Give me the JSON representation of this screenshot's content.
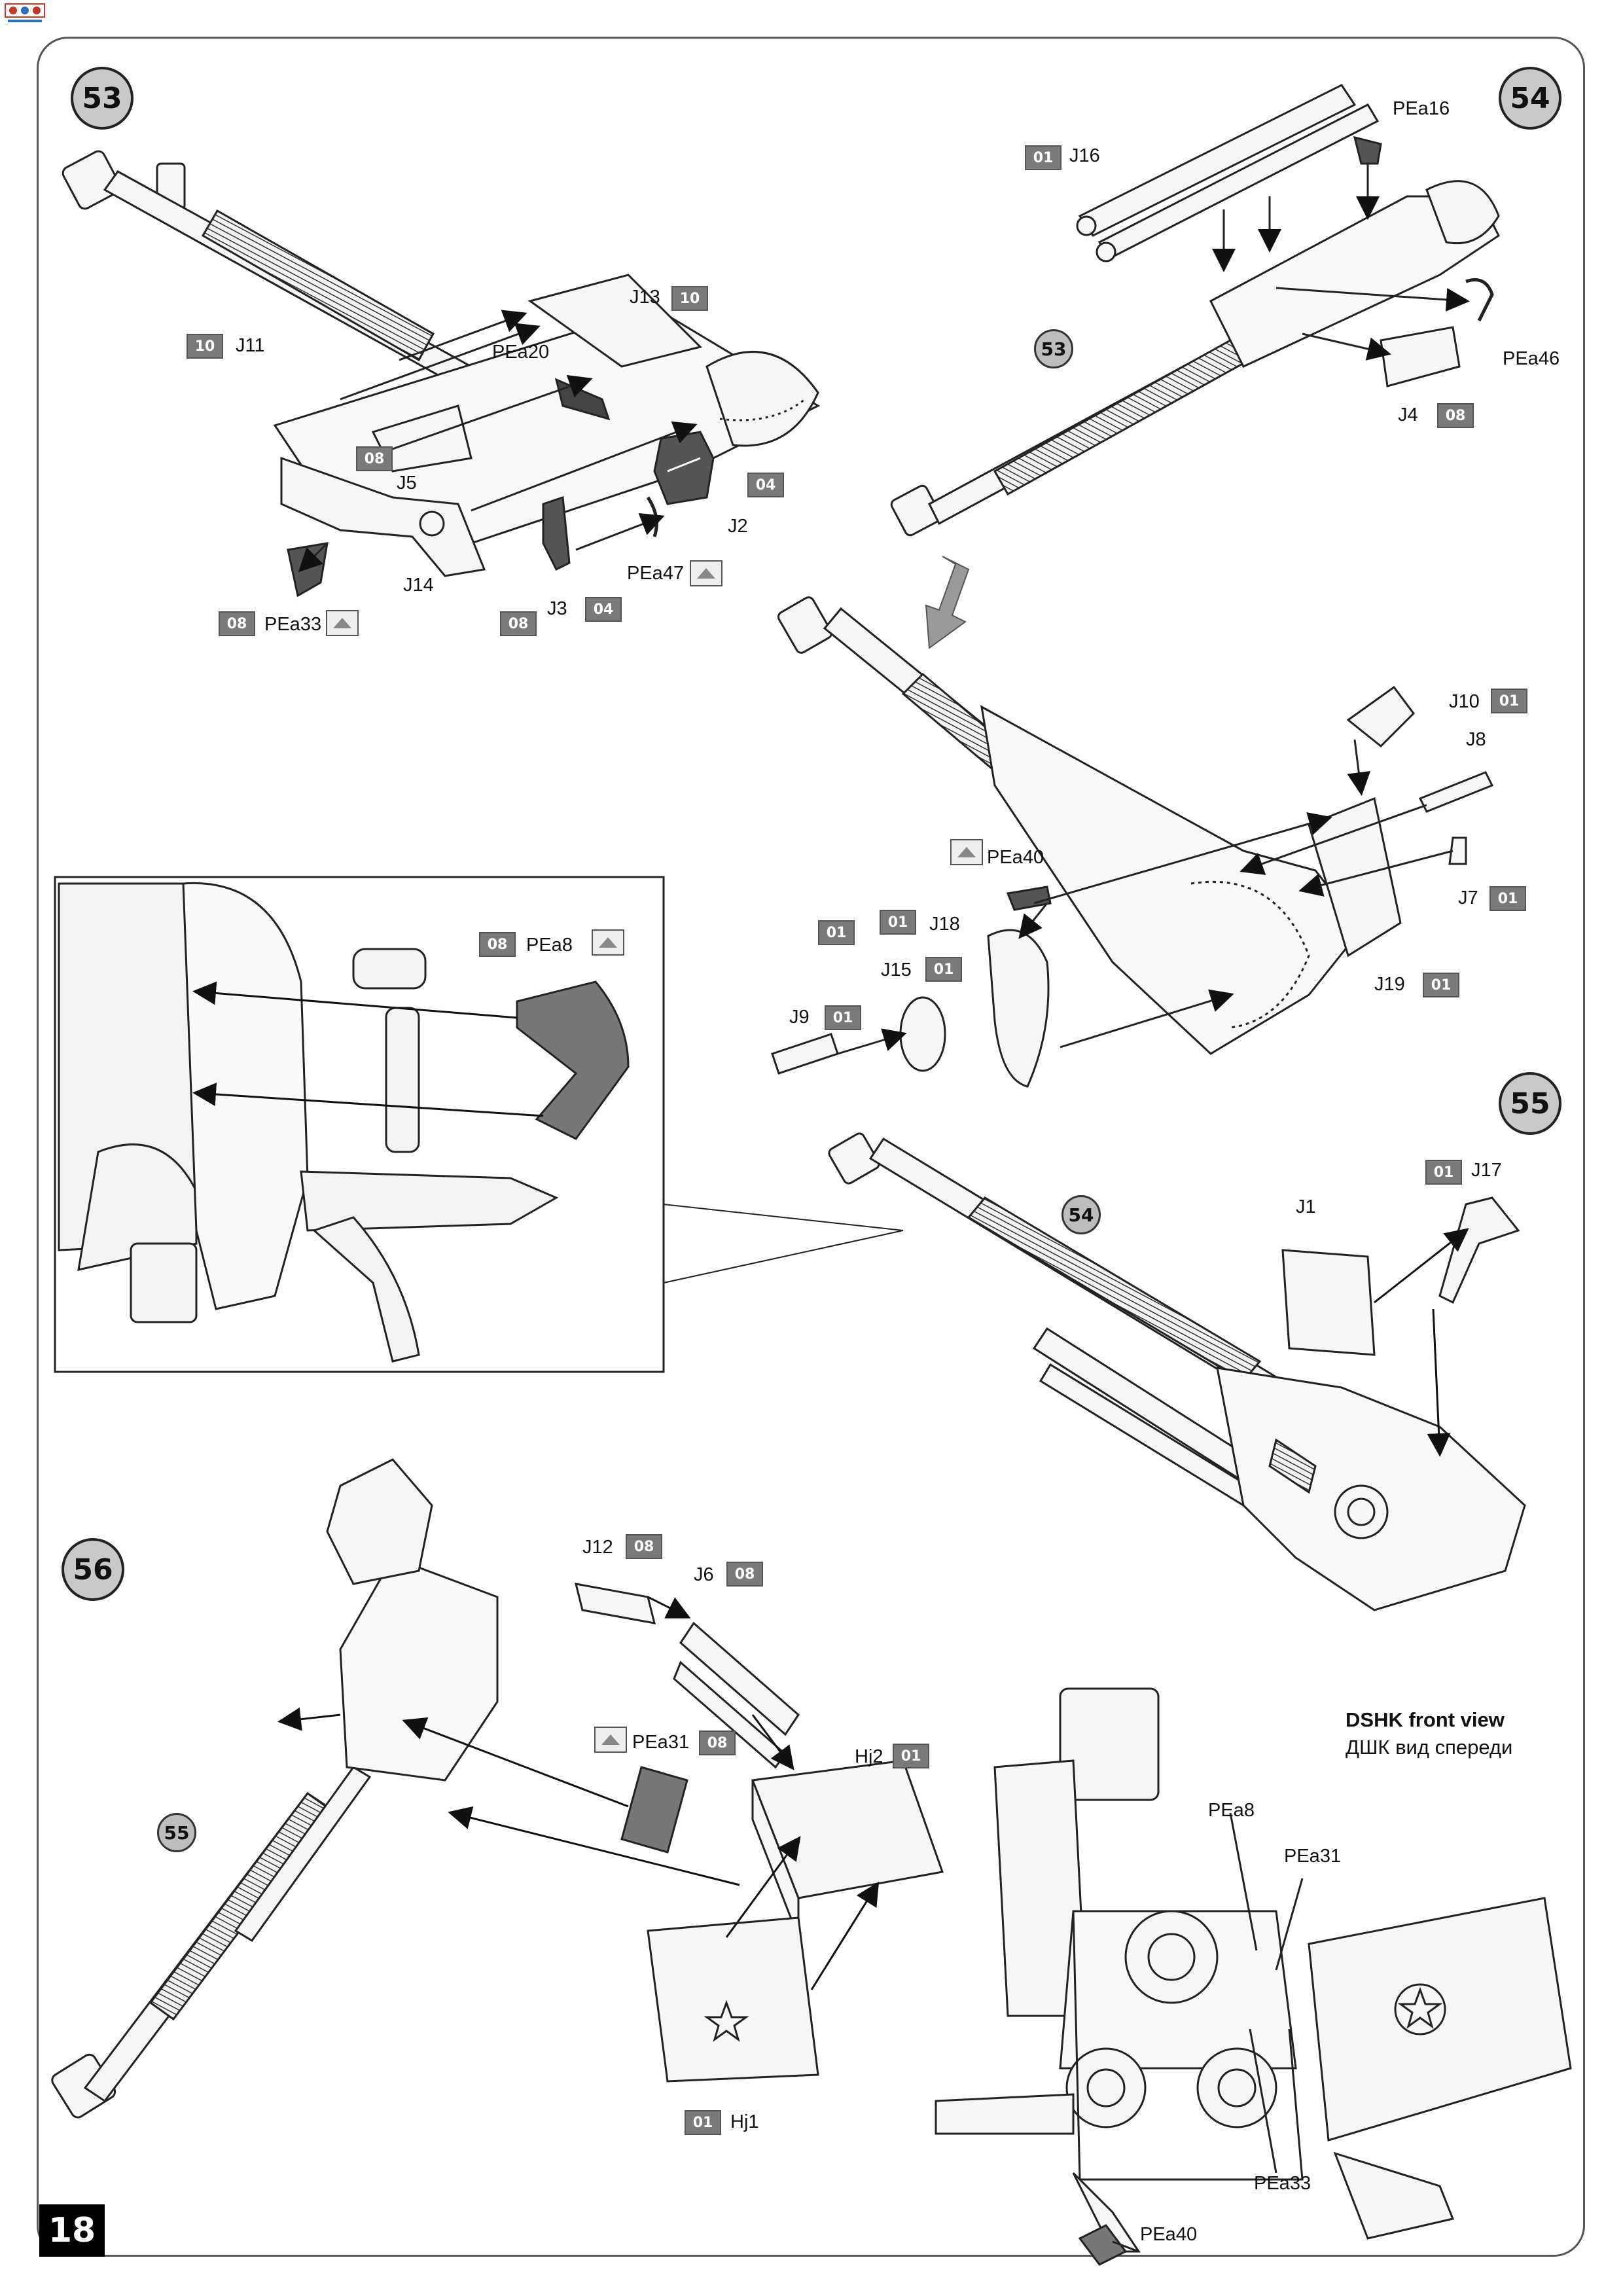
{
  "page": {
    "number": "18"
  },
  "steps": {
    "s53": "53",
    "s54": "54",
    "s55": "55",
    "s56": "56"
  },
  "refs": {
    "r53": "53",
    "r54": "54",
    "r55": "55"
  },
  "labels": {
    "J11": "J11",
    "J13": "J13",
    "PEa20": "PEa20",
    "J5": "J5",
    "J2": "J2",
    "PEa47": "PEa47",
    "J14": "J14",
    "J3": "J3",
    "PEa33": "PEa33",
    "J16": "J16",
    "PEa16": "PEa16",
    "PEa46": "PEa46",
    "J4": "J4",
    "J10": "J10",
    "J8": "J8",
    "PEa40": "PEa40",
    "J18": "J18",
    "J7": "J7",
    "J15": "J15",
    "J9": "J9",
    "J19": "J19",
    "PEa8": "PEa8",
    "J17": "J17",
    "J1": "J1",
    "J12": "J12",
    "J6": "J6",
    "PEa31": "PEa31",
    "Hj2": "Hj2",
    "Hj1": "Hj1",
    "fv_PEa8": "PEa8",
    "fv_PEa31": "PEa31",
    "fv_PEa33": "PEa33",
    "fv_PEa40": "PEa40"
  },
  "badges": {
    "b_J11": "10",
    "b_J13": "10",
    "b_J5": "08",
    "b_J2": "04",
    "b_J3a": "08",
    "b_J3b": "04",
    "b_PEa33": "08",
    "b_J16": "01",
    "b_J4": "08",
    "b_J10": "01",
    "b_J7": "01",
    "b_J18a": "01",
    "b_J18b": "01",
    "b_J15": "01",
    "b_J9": "01",
    "b_J19": "01",
    "b_PEa8": "08",
    "b_J17": "01",
    "b_J12": "08",
    "b_J6": "08",
    "b_PEa31": "08",
    "b_Hj2": "01",
    "b_Hj1": "01"
  },
  "front_view": {
    "title": "DSHK front view",
    "subtitle": "ДШК вид спереди"
  },
  "icons": {
    "etch_marker": "up-arrow-box-icon",
    "star": "star-icon",
    "direction": "down-arrow-icon"
  },
  "colors": {
    "badge": "#7a7a7a",
    "step_circle": "#c9c9c9",
    "line": "#222222",
    "part_fill": "#f4f4f4",
    "dark_part": "#555555"
  }
}
